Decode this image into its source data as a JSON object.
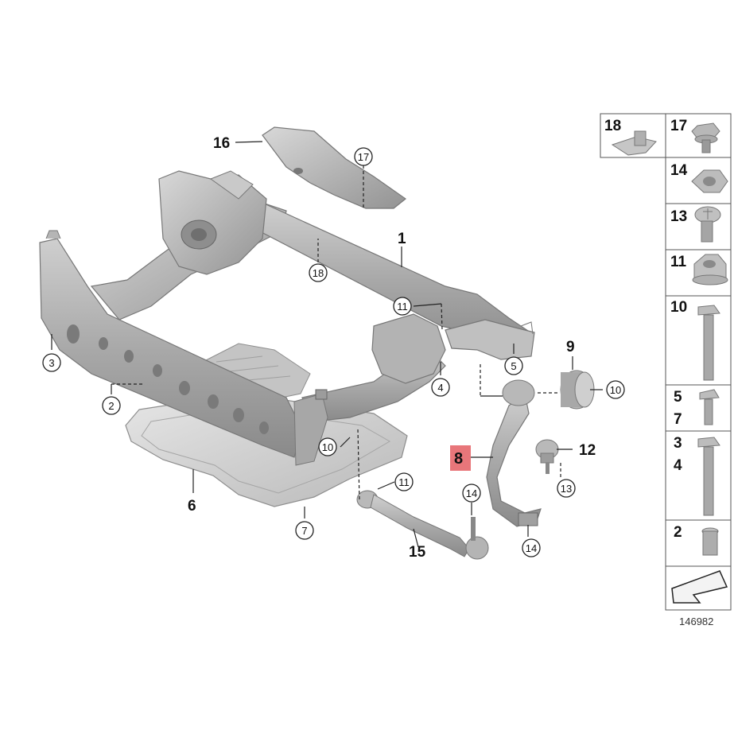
{
  "diagram_id": "146982",
  "callouts": {
    "c1": "1",
    "c2": "2",
    "c3": "3",
    "c4": "4",
    "c5": "5",
    "c6": "6",
    "c7": "7",
    "c8": "8",
    "c9": "9",
    "c10a": "10",
    "c10b": "10",
    "c11a": "11",
    "c11b": "11",
    "c12": "12",
    "c13": "13",
    "c14a": "14",
    "c14b": "14",
    "c15": "15",
    "c16": "16",
    "c17": "17",
    "c18": "18"
  },
  "parts_table": [
    {
      "labels": [
        "18"
      ],
      "icon": "clip-nut-icon"
    },
    {
      "labels": [
        "17"
      ],
      "icon": "flange-bolt-short-icon"
    },
    {
      "labels": [
        "14"
      ],
      "icon": "hex-nut-icon"
    },
    {
      "labels": [
        "13"
      ],
      "icon": "torx-bolt-icon"
    },
    {
      "labels": [
        "11"
      ],
      "icon": "collar-nut-icon"
    },
    {
      "labels": [
        "10"
      ],
      "icon": "long-bolt-icon"
    },
    {
      "labels": [
        "5",
        "7"
      ],
      "icon": "flange-bolt-medium-icon"
    },
    {
      "labels": [
        "3",
        "4"
      ],
      "icon": "long-bolt-icon"
    },
    {
      "labels": [
        "2"
      ],
      "icon": "rivet-nut-icon"
    },
    {
      "labels": [],
      "icon": "arrow-icon"
    }
  ],
  "highlight_color": "#e8767a"
}
